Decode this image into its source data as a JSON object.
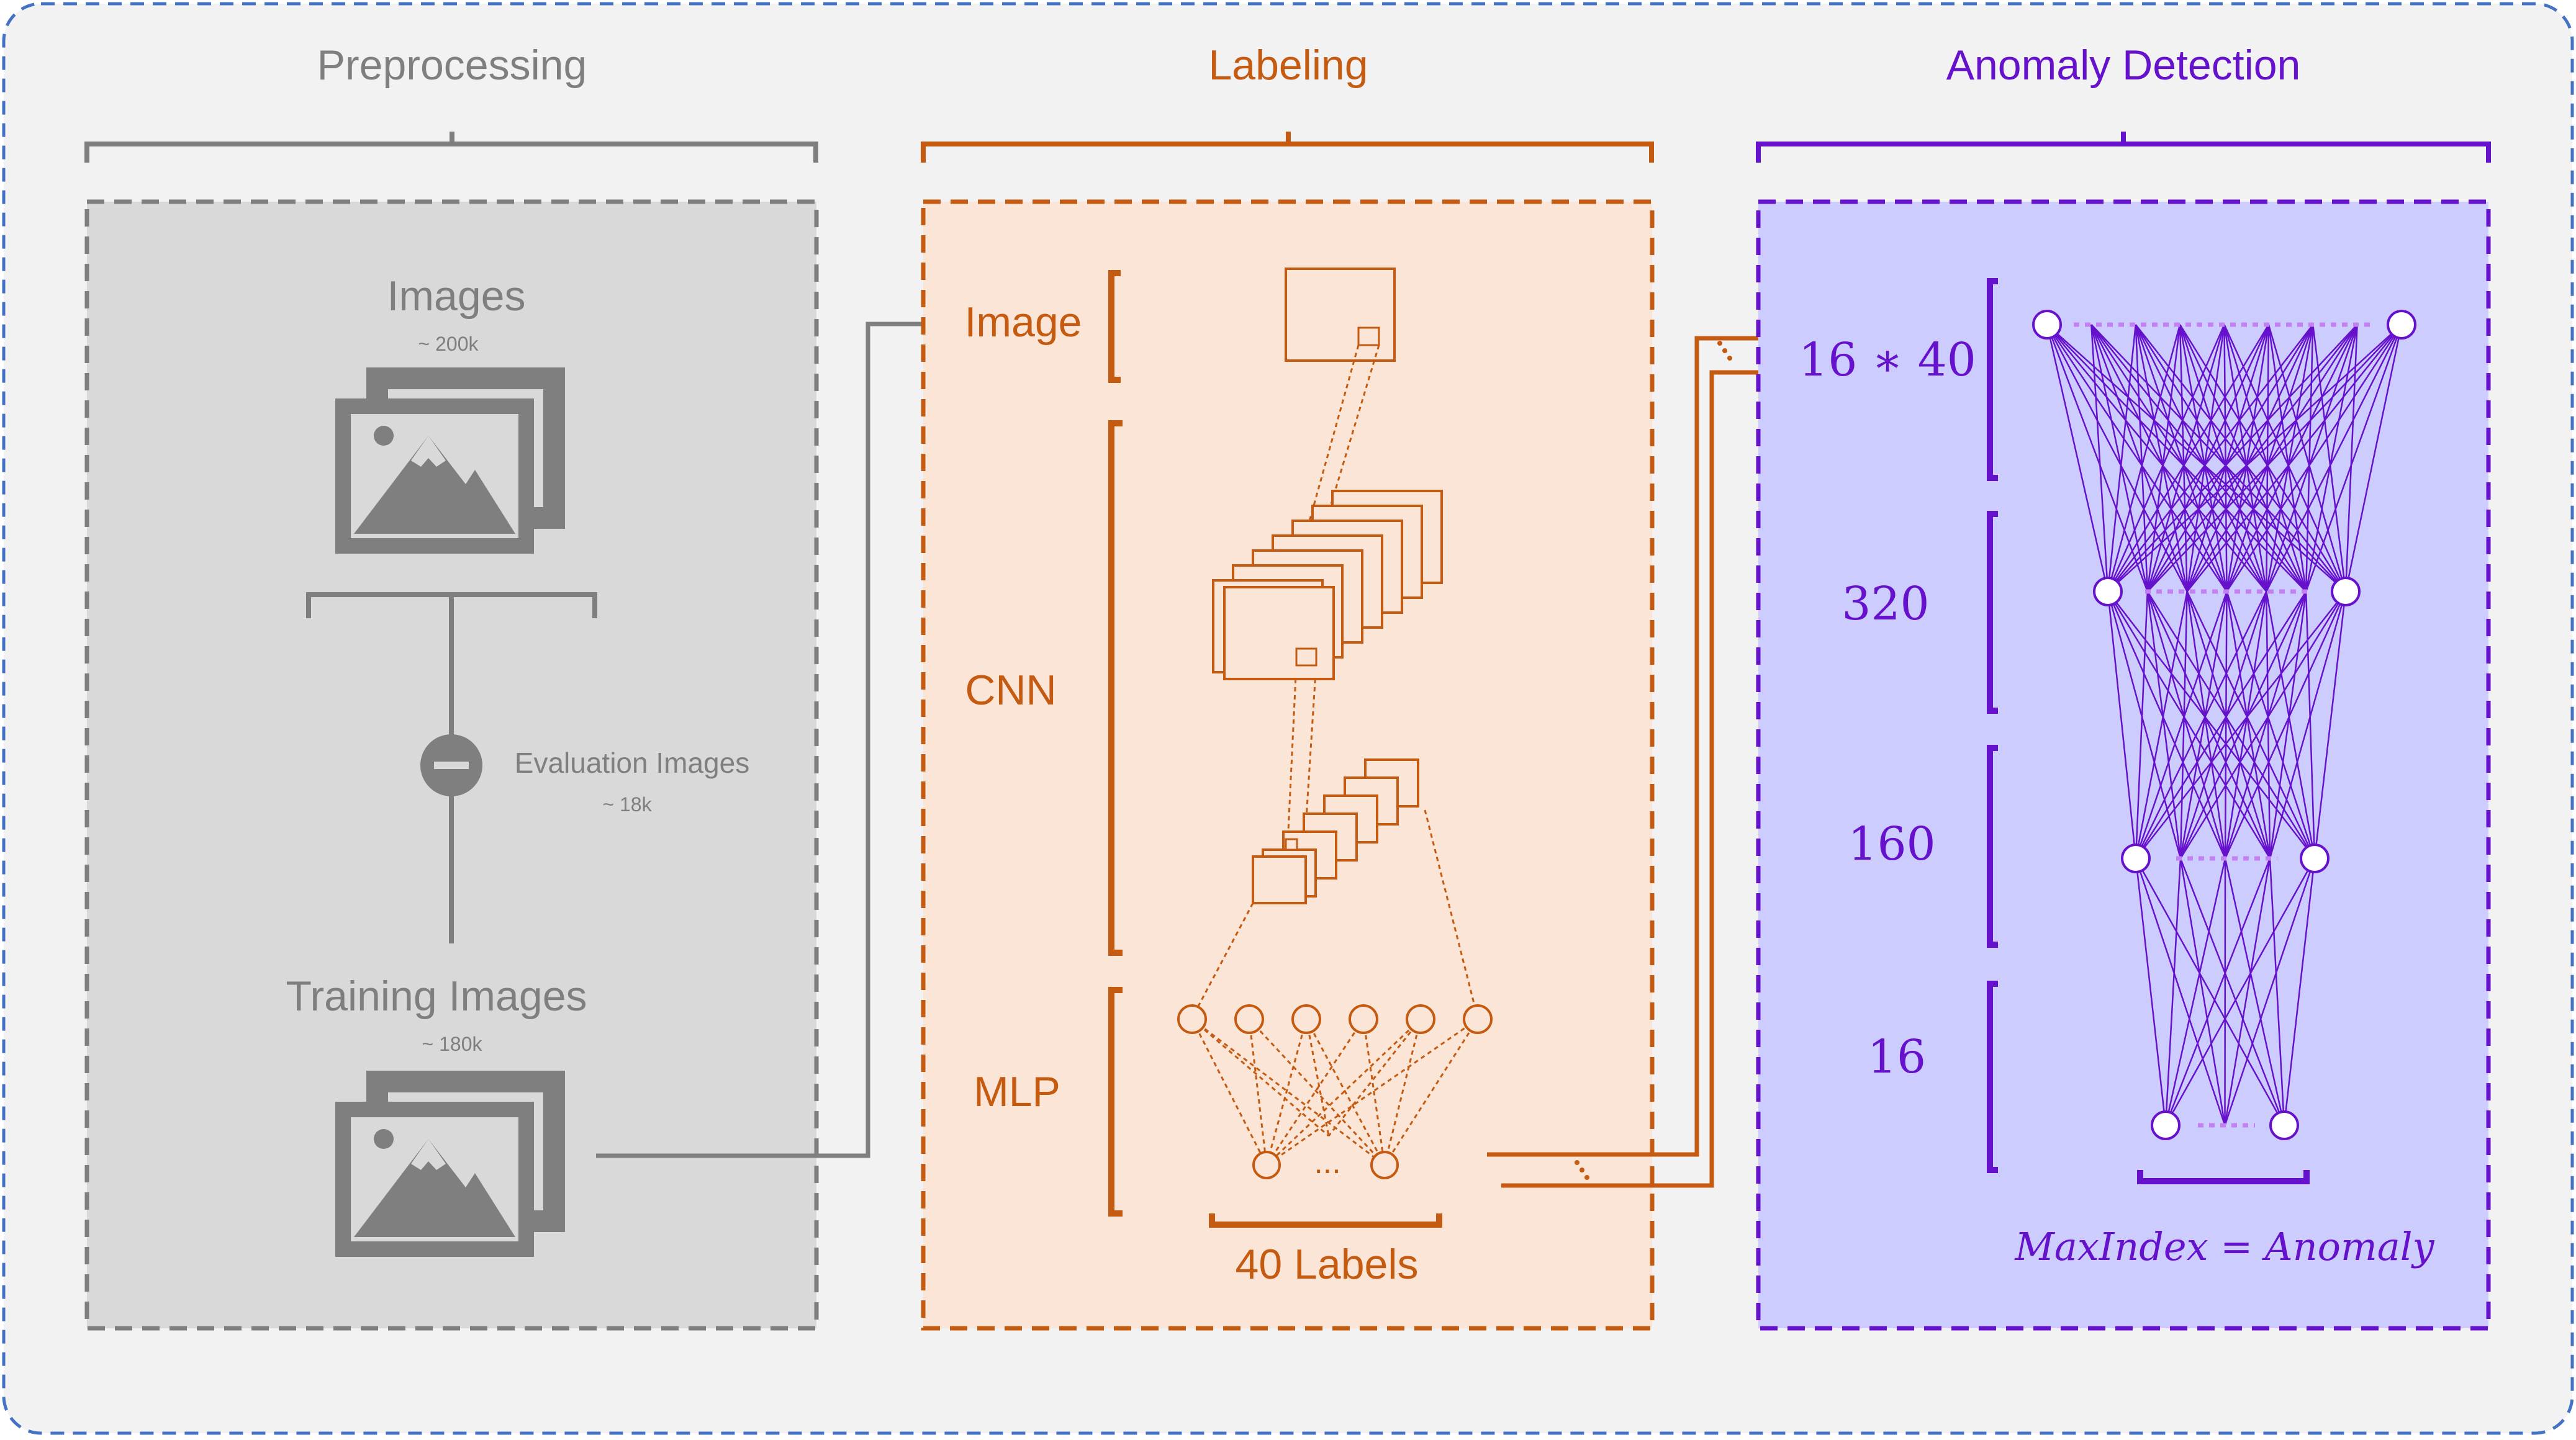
{
  "colors": {
    "background": "#f2f2f2",
    "outer_border": "#4472c4",
    "gray": "#7f7f7f",
    "gray_fill": "#d9d9d9",
    "orange": "#c55a11",
    "orange_fill": "#fbe5d6",
    "purple": "#6611cc",
    "purple_fill": "#ccccff"
  },
  "sections": {
    "preprocessing": {
      "title": "Preprocessing",
      "images_label": "Images",
      "images_count": "~ 200k",
      "evaluation_label": "Evaluation Images",
      "evaluation_count": "~ 18k",
      "training_label": "Training Images",
      "training_count": "~ 180k",
      "icons": [
        "images-stack-icon",
        "minus-circle-icon",
        "images-stack-icon"
      ]
    },
    "labeling": {
      "title": "Labeling",
      "image_label": "Image",
      "cnn_label": "CNN",
      "mlp_label": "MLP",
      "ellipsis": "...",
      "labels_caption": "40 Labels"
    },
    "anomaly_detection": {
      "title": "Anomaly Detection",
      "layers": [
        "16 ∗ 40",
        "320",
        "160",
        "16"
      ],
      "formula": "MaxIndex = Anomaly"
    }
  }
}
